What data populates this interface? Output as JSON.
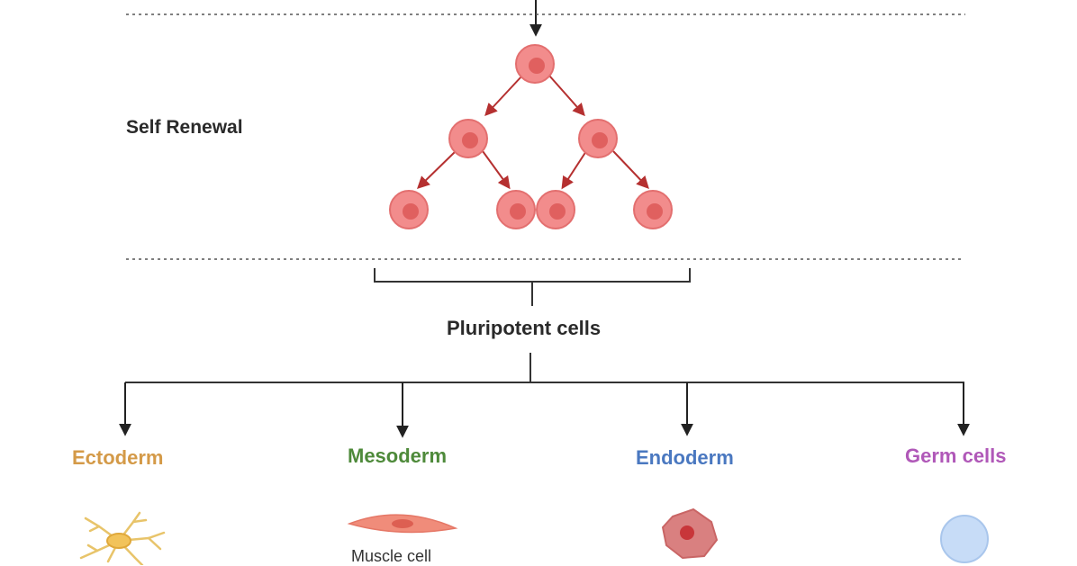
{
  "stage_label": "Self Renewal",
  "pluripotent_label": "Pluripotent cells",
  "germ_layers": [
    {
      "label": "Ectoderm",
      "color": "#d49a48",
      "icon": "neuron-icon"
    },
    {
      "label": "Mesoderm",
      "color": "#4e8a3a",
      "icon": "muscle-cell-icon",
      "cell_label": "Muscle cell"
    },
    {
      "label": "Endoderm",
      "color": "#4a78c0",
      "icon": "endoderm-cell-icon"
    },
    {
      "label": "Germ cells",
      "color": "#b058b8",
      "icon": "germ-cell-icon"
    }
  ],
  "colors": {
    "cell_fill": "#f28c8c",
    "cell_stroke": "#e36f6f",
    "cell_nucleus": "#e0605f",
    "division_arrow": "#b53030",
    "line": "#333333"
  }
}
